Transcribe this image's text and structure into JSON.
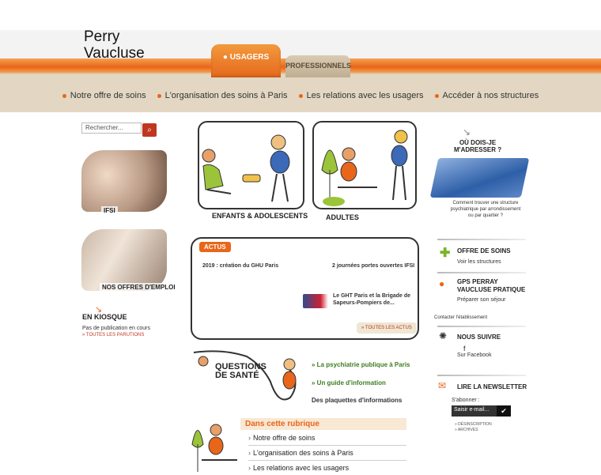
{
  "header": {
    "logo_line1": "Perry",
    "logo_line2": "Vaucluse",
    "tab_usagers": "USAGERS",
    "tab_professionnels": "PROFESSIONNELS"
  },
  "nav": {
    "items": [
      "Notre offre de soins",
      "L'organisation des soins à Paris",
      "Les relations avec les usagers",
      "Accéder à nos structures"
    ]
  },
  "left": {
    "search_placeholder": "Rechercher...",
    "pic1_label": "IFSI",
    "pic2_label": "NOS OFFRES D'EMPLOI",
    "kiosque_title": "EN KIOSQUE",
    "kiosque_text": "Pas de publication en cours",
    "kiosque_link": "TOUTES LES PARUTIONS"
  },
  "center": {
    "illus1_label": "ENFANTS & ADOLESCENTS",
    "illus2_label": "ADULTES",
    "actus_tag": "ACTUS",
    "actus_items": [
      "2019 : création du GHU Paris",
      "2 journées portes ouvertes IFSI",
      "Le GHT Paris et la Brigade de",
      "Sapeurs-Pompiers de..."
    ],
    "actus_all": "TOUTES LES ACTUS",
    "qs_title_1": "QUESTIONS",
    "qs_title_2": "DE SANTÉ",
    "qs_links": [
      "La psychiatrie publique à Paris",
      "Un guide d'information",
      "Des plaquettes d'informations"
    ],
    "rubrique_title": "Dans cette rubrique",
    "rubrique_items": [
      "Notre offre de soins",
      "L'organisation des soins à Paris",
      "Les relations avec les usagers"
    ]
  },
  "right": {
    "ou_title_1": "OÙ DOIS-JE",
    "ou_title_2": "M'ADRESSER ?",
    "ou_text": "Comment trouver une structure psychiatrique par arrondissement ou par quartier ?",
    "offre_title": "OFFRE DE SOINS",
    "offre_sub": "Voir les structures",
    "gps_title_1": "GPS PERRAY",
    "gps_title_2": "VAUCLUSE PRATIQUE",
    "gps_sub": "Préparer son séjour",
    "contact": "Contacter l'établissement",
    "suivre_title": "NOUS SUIVRE",
    "facebook": "Sur Facebook",
    "newsletter_title": "LIRE LA NEWSLETTER",
    "abonner": "S'abonner :",
    "email_placeholder": "Saisir e-mail...",
    "desinscription": "DÉSINSCRIPTION",
    "archives": "ARCHIVES"
  }
}
